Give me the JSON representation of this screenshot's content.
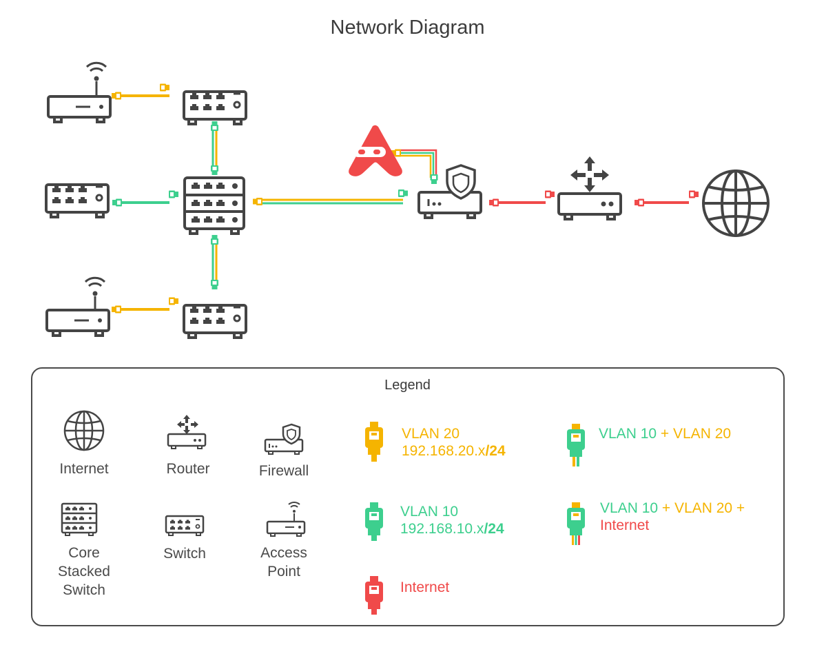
{
  "title": "Network Diagram",
  "colors": {
    "device": "#444444",
    "vlan20": "#f5b400",
    "vlan10": "#3dcf8e",
    "internet": "#f04a4a"
  },
  "legend": {
    "title": "Legend",
    "devices": {
      "internet": "Internet",
      "router": "Router",
      "firewall": "Firewall",
      "core_line1": "Core",
      "core_line2": "Stacked",
      "core_line3": "Switch",
      "switch": "Switch",
      "ap_line1": "Access",
      "ap_line2": "Point"
    },
    "cables": {
      "vlan20_name": "VLAN 20",
      "vlan20_subnet": "192.168.20.x",
      "vlan20_mask": "/24",
      "vlan10_name": "VLAN 10",
      "vlan10_subnet": "192.168.10.x",
      "vlan10_mask": "/24",
      "internet_name": "Internet",
      "both_part1": "VLAN 10",
      "both_sep": " + ",
      "both_part2": "VLAN 20",
      "all_part1": "VLAN 10",
      "all_sep1": " + ",
      "all_part2": "VLAN 20",
      "all_sep2": " +",
      "all_part3": "Internet"
    }
  }
}
